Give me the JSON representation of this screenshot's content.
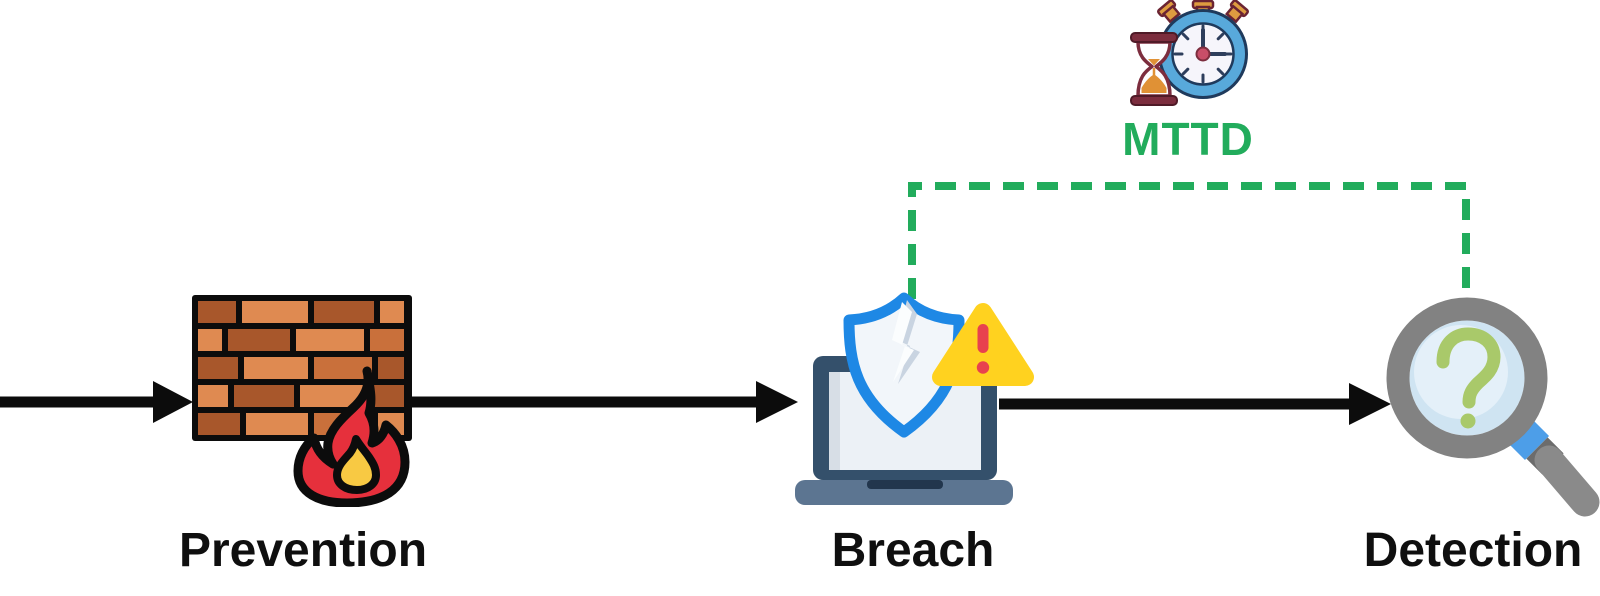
{
  "diagram": {
    "type": "security-incident-timeline",
    "stages": [
      {
        "id": "prevention",
        "label": "Prevention",
        "icon": "firewall-icon"
      },
      {
        "id": "breach",
        "label": "Breach",
        "icon": "breached-shield-laptop-icon"
      },
      {
        "id": "detection",
        "label": "Detection",
        "icon": "magnifying-glass-question-icon"
      }
    ],
    "metric": {
      "label": "MTTD",
      "icon": "stopwatch-hourglass-icon"
    },
    "colors": {
      "metric-green": "#22ac5c",
      "arrow-black": "#0c0c0c",
      "shield-blue": "#1e88e5",
      "warning-yellow": "#ffd21f",
      "warning-red": "#e8414e",
      "flame-red": "#e6303c",
      "flame-yellow": "#f8c943",
      "brick-light": "#df8a51",
      "brick-dark": "#a8572b",
      "brick-mid": "#c9703b",
      "laptop-navy": "#34506b",
      "laptop-base": "#5c7591",
      "magnifier-gray": "#828282",
      "label-color": "#0f0f0f"
    }
  }
}
